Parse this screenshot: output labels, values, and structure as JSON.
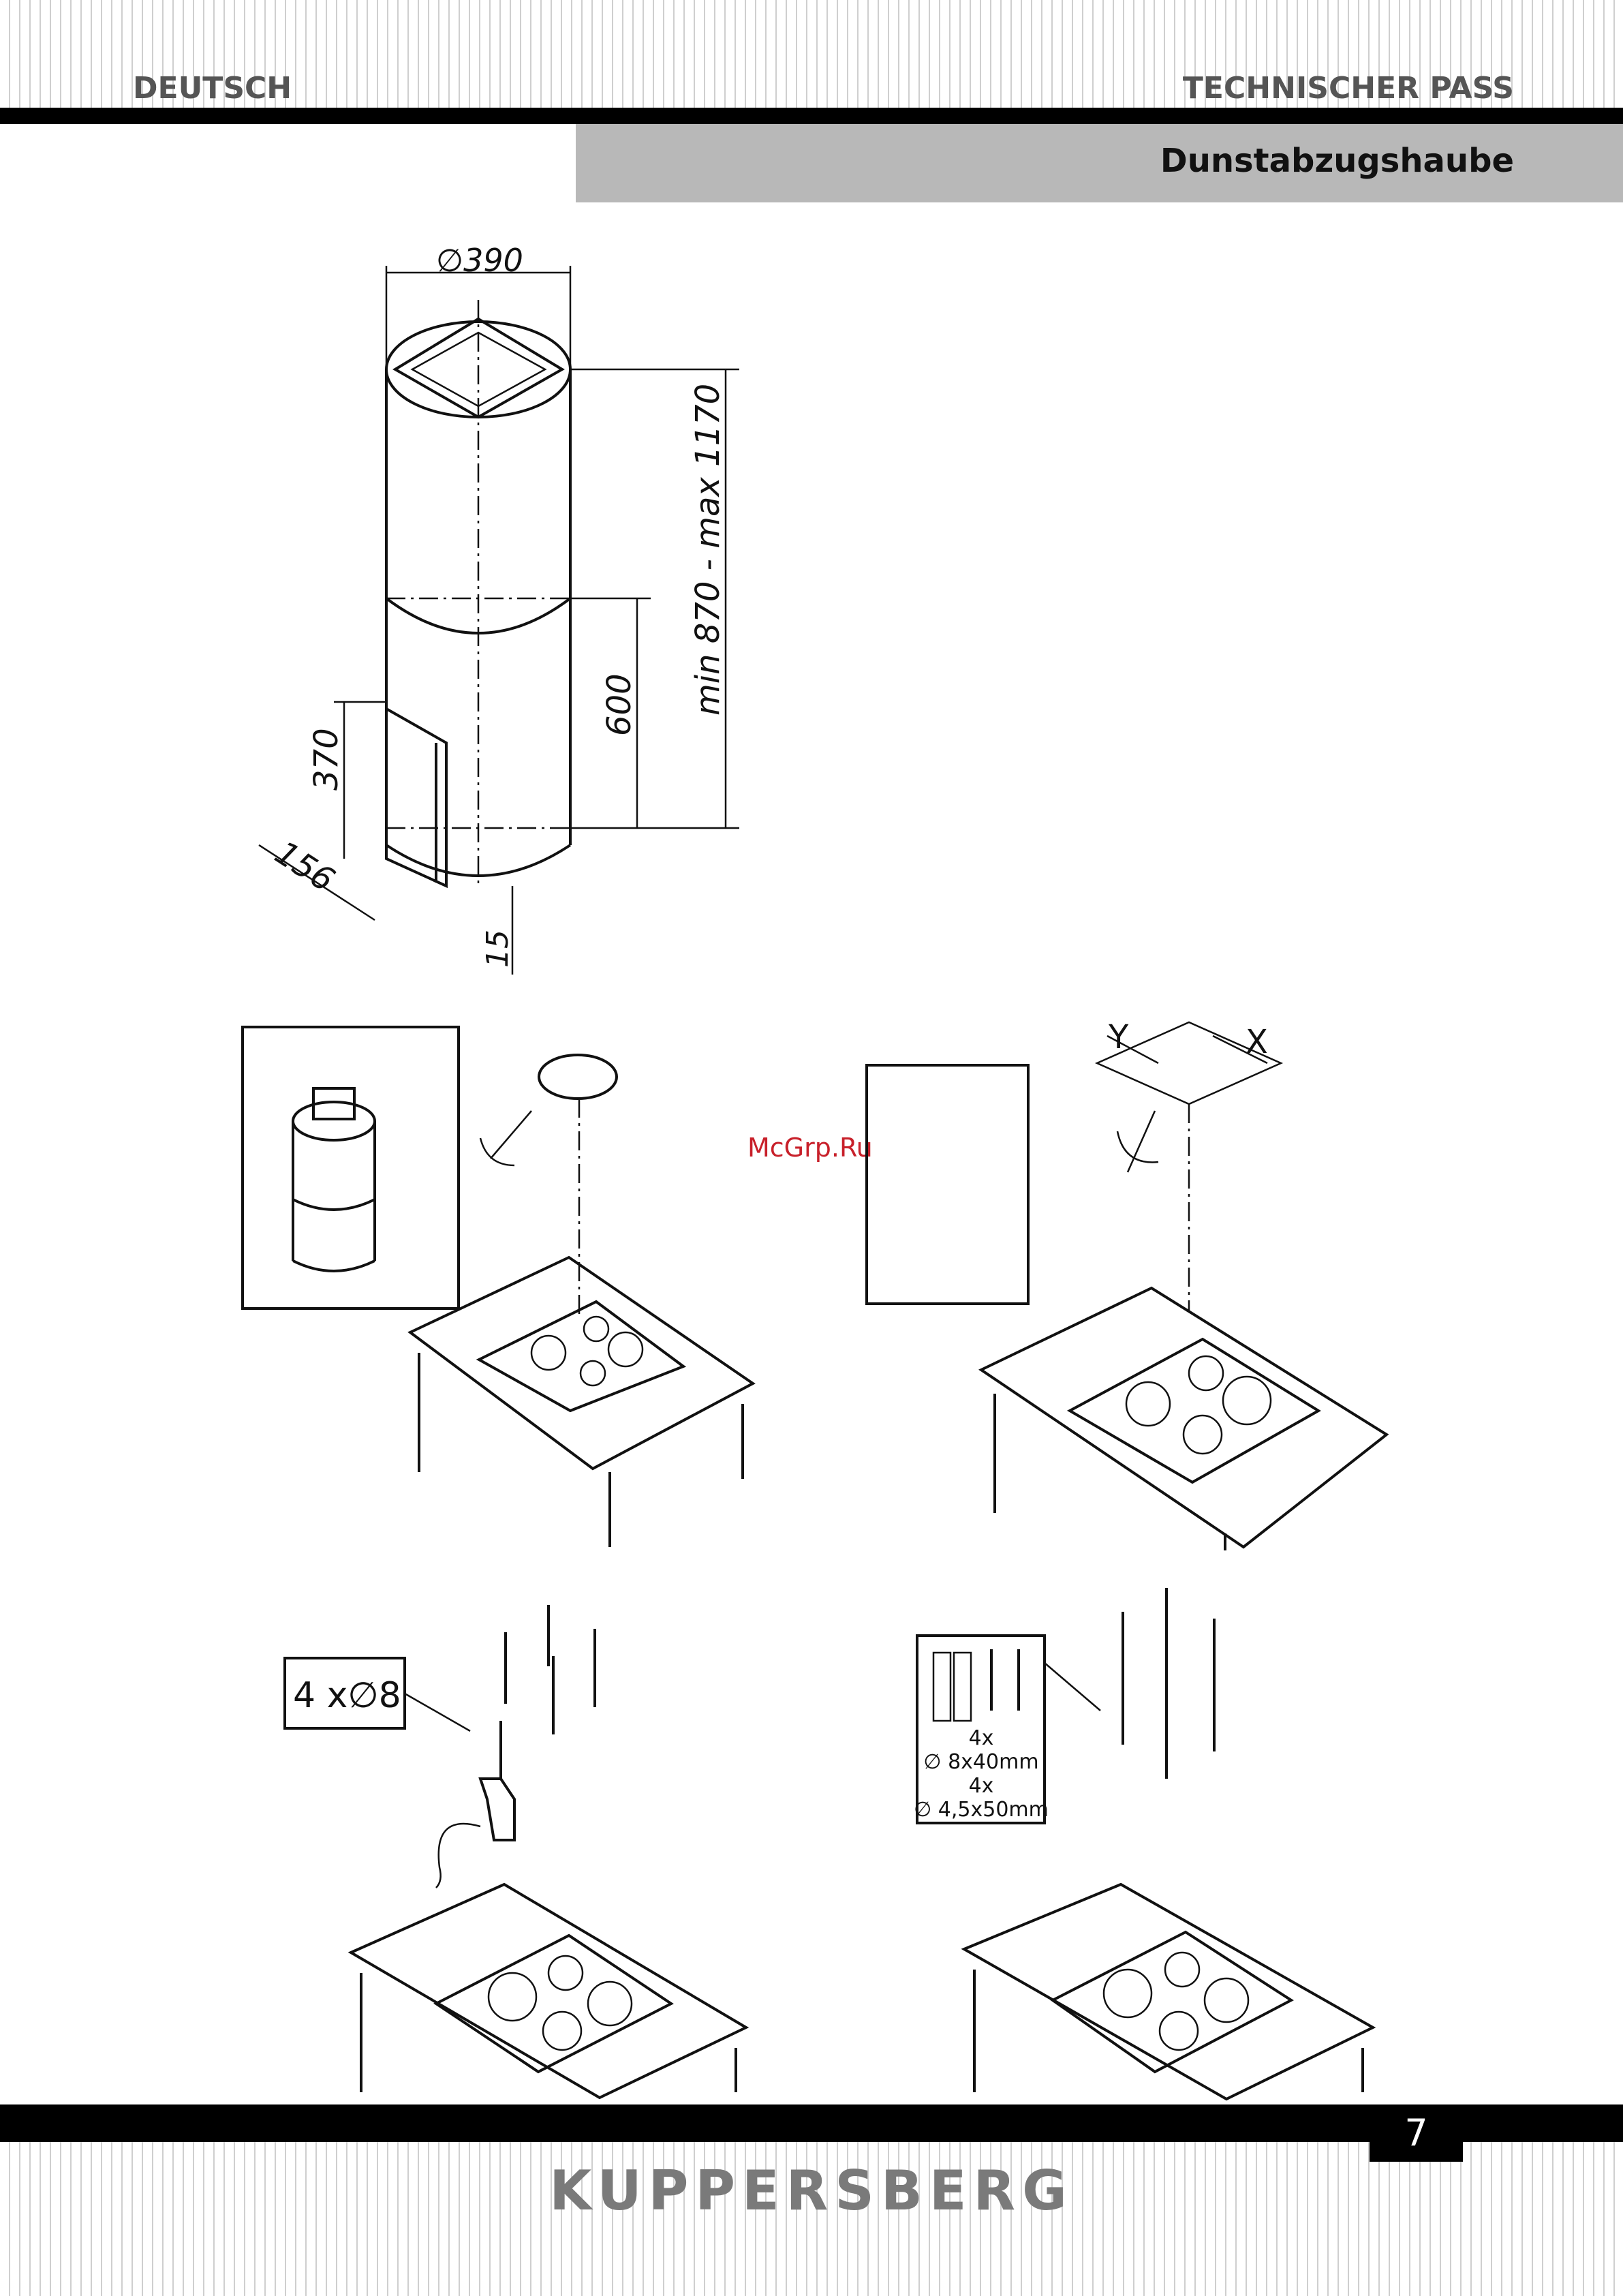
{
  "header": {
    "language": "DEUTSCH",
    "document_type": "TECHNISCHER PASS",
    "subtitle": "Dunstabzugshaube"
  },
  "dimensions": {
    "diameter": "∅390",
    "height_range": "min 870 - max 1170",
    "lower_height": "600",
    "panel_height": "370",
    "panel_depth": "156",
    "bottom_gap": "15"
  },
  "install_steps": {
    "axis_y": "Y",
    "axis_x": "X",
    "drill_callout": "4 x∅8",
    "parts_qty_1": "4x",
    "parts_size_1": "∅ 8x40mm",
    "parts_qty_2": "4x",
    "parts_size_2": "∅ 4,5x50mm"
  },
  "watermark": "McGrp.Ru",
  "footer": {
    "page_number": "7",
    "brand": "KUPPERSBERG"
  }
}
